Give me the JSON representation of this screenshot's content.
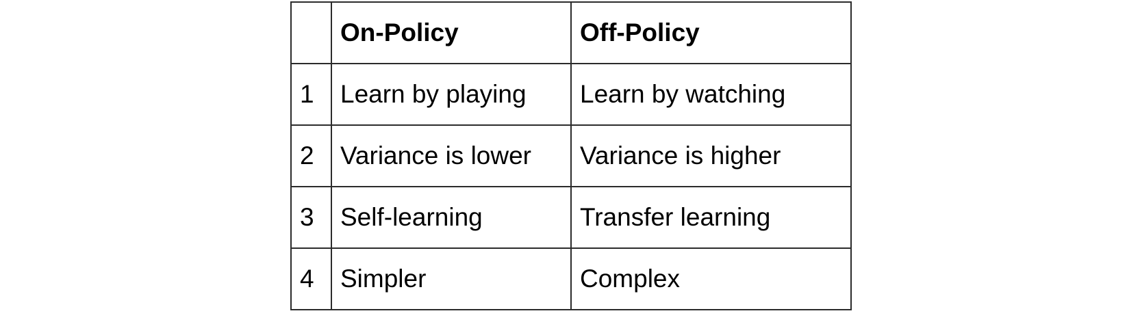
{
  "table": {
    "header": {
      "index": "",
      "on_policy": "On-Policy",
      "off_policy": "Off-Policy"
    },
    "rows": [
      {
        "index": "1",
        "on_policy": "Learn by playing",
        "off_policy": "Learn by watching"
      },
      {
        "index": "2",
        "on_policy": "Variance is lower",
        "off_policy": "Variance is higher"
      },
      {
        "index": "3",
        "on_policy": "Self-learning",
        "off_policy": "Transfer learning"
      },
      {
        "index": "4",
        "on_policy": "Simpler",
        "off_policy": "Complex"
      }
    ]
  }
}
